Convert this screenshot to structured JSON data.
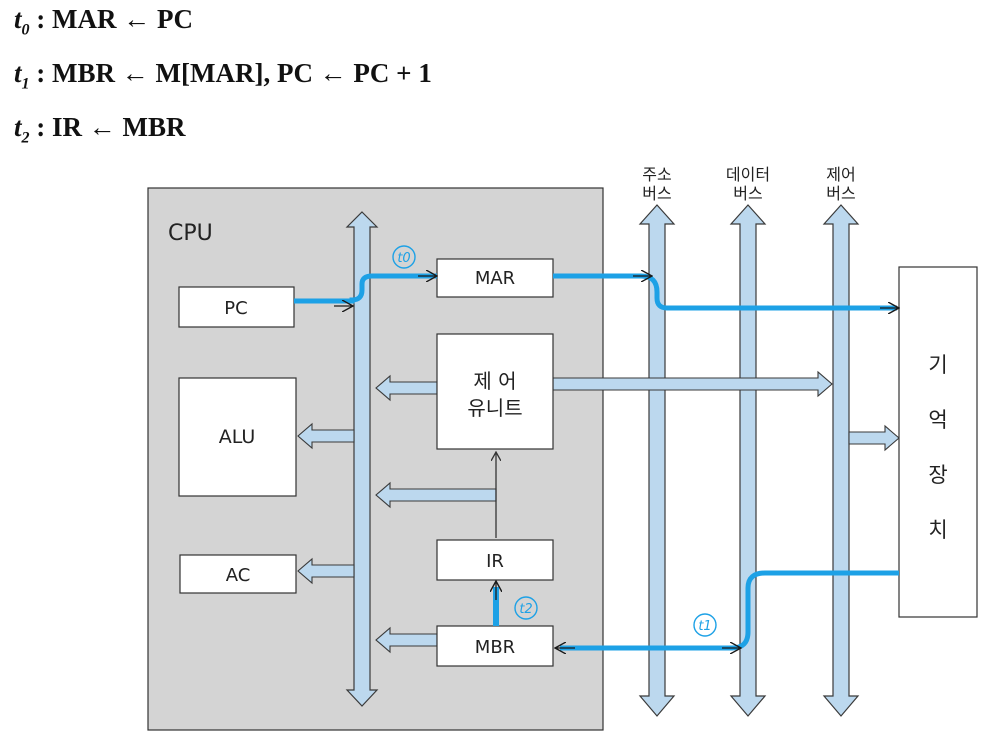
{
  "equations": [
    {
      "var": "t",
      "sub": "0",
      "text": ": MAR ← PC"
    },
    {
      "var": "t",
      "sub": "1",
      "text": ": MBR ← M[MAR],  PC ← PC + 1"
    },
    {
      "var": "t",
      "sub": "2",
      "text": ": IR ← MBR"
    }
  ],
  "cpu_label": "CPU",
  "registers": {
    "pc": "PC",
    "alu": "ALU",
    "ac": "AC",
    "mar": "MAR",
    "control_unit": [
      "제 어",
      "유니트"
    ],
    "ir": "IR",
    "mbr": "MBR"
  },
  "buses": {
    "address": [
      "주소",
      "버스"
    ],
    "data": [
      "데이터",
      "버스"
    ],
    "control": [
      "제어",
      "버스"
    ]
  },
  "memory": [
    "기",
    "억",
    "장",
    "치"
  ],
  "time_markers": {
    "t0": "t0",
    "t1": "t1",
    "t2": "t2"
  },
  "colors": {
    "bus_fill": "#bcd8ee",
    "bus_stroke": "#3a3a3a",
    "path": "#1da1e6",
    "cpu_bg": "#d4d4d4",
    "marker": "#1da1e6"
  }
}
